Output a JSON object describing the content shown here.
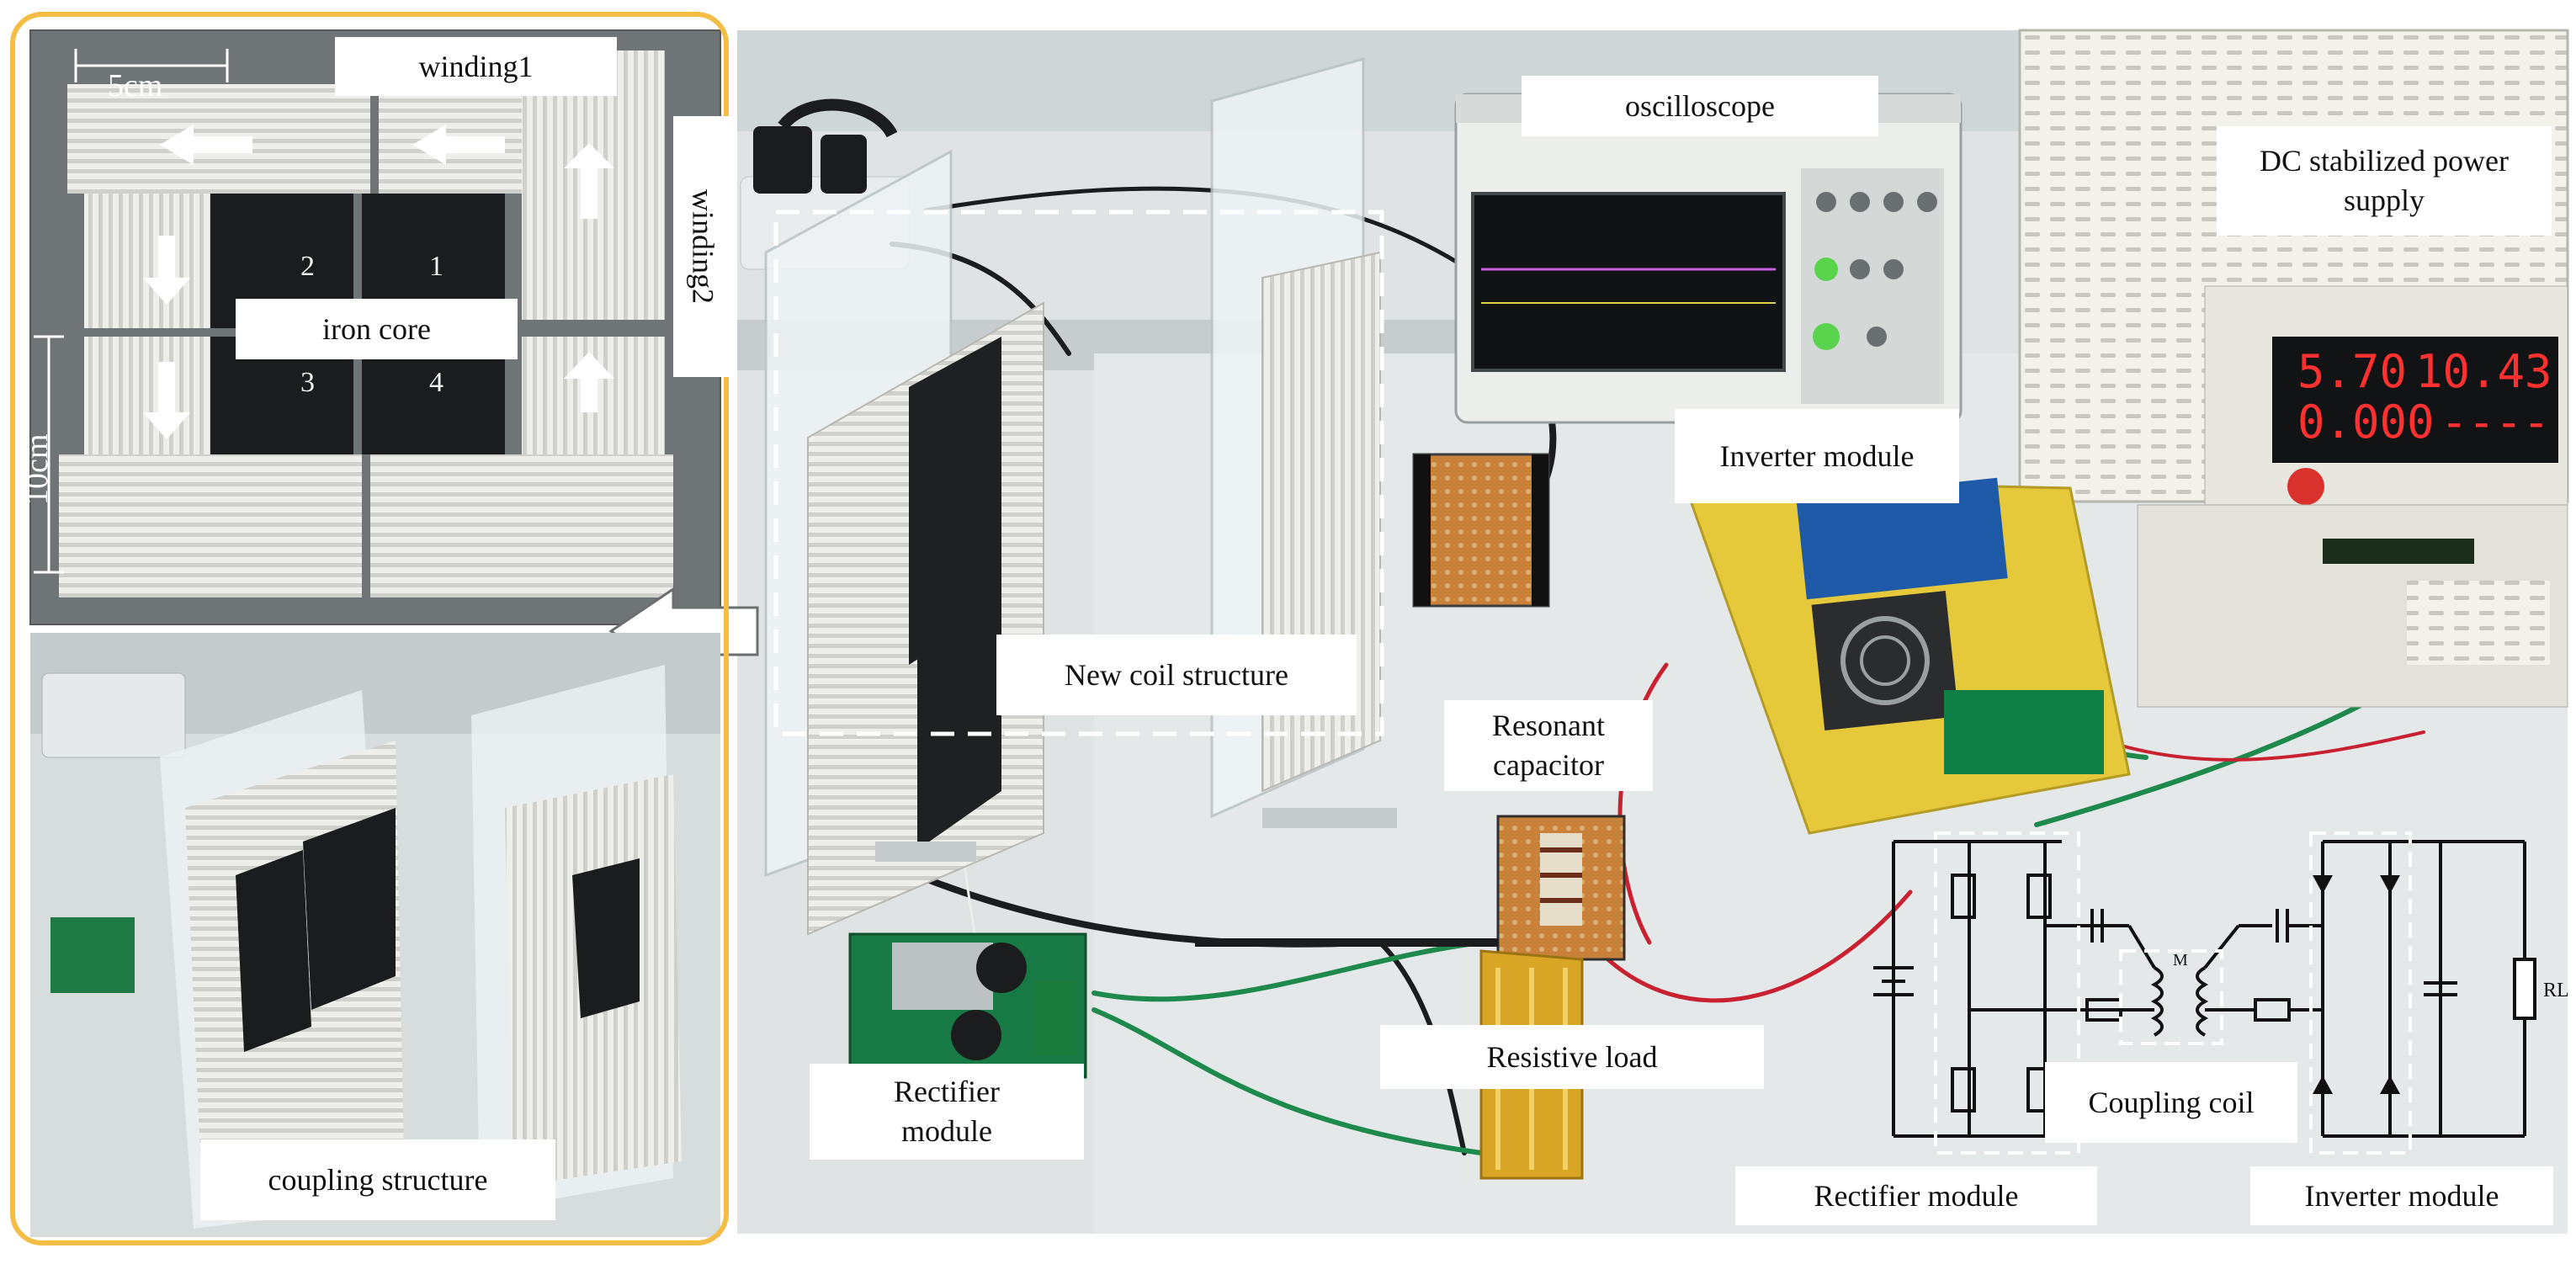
{
  "image": {
    "colors": {
      "frame": "#f4bd45",
      "bench": "#dfe3e4",
      "acrylic": "#eef3f5",
      "winding": "#e6e6e2",
      "label_bg": "#ffffff"
    },
    "inset": {
      "top_photo": "coil close-up with iron core segments and windings",
      "bottom_photo": "two coupled coil plates on the bench",
      "labels": {
        "winding1": "winding1",
        "winding2": "winding2",
        "iron_core": "iron core",
        "coupling": "coupling structure"
      },
      "segment_numbers": [
        "2",
        "1",
        "3",
        "4"
      ],
      "dim_horizontal": "5cm",
      "dim_vertical": "10cm"
    },
    "bench_labels": {
      "oscilloscope": "oscilloscope",
      "dc_supply": "DC stabilized power\nsupply",
      "new_coil": "New coil structure",
      "inverter_photo": "Inverter module",
      "resonant_cap": "Resonant\ncapacitor",
      "resistive_load": "Resistive load",
      "rectifier_photo": "Rectifier\nmodule"
    },
    "schematic": {
      "coupling": "Coupling coil",
      "rectifier": "Rectifier module",
      "inverter": "Inverter module",
      "load_symbol": "RL",
      "mutual_symbol": "M"
    },
    "instrument_readouts": {
      "voltage": "5.70",
      "current": "10.43",
      "power": "0.000",
      "dashes": "----"
    }
  }
}
